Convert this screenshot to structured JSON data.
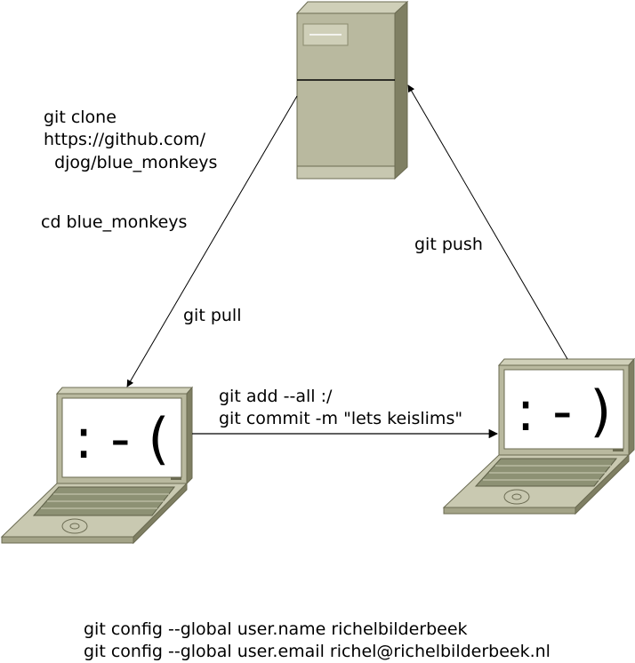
{
  "server": {
    "icon": "server-tower-icon"
  },
  "laptop_left": {
    "icon": "laptop-icon",
    "screen_text": ": - ("
  },
  "laptop_right": {
    "icon": "laptop-icon",
    "screen_text": ": - )"
  },
  "labels": {
    "clone_line1": "git clone",
    "clone_line2": "https://github.com/",
    "clone_line3": "  djog/blue_monkeys",
    "cd": "cd blue_monkeys",
    "pull": "git pull",
    "push": "git push",
    "add": "git add --all :/",
    "commit": "git commit -m \"lets keislims\"",
    "config_name": "git config --global user.name richelbilderbeek",
    "config_email": "git config --global user.email richel@richelbilderbeek.nl"
  },
  "colors": {
    "device_body": "#b9b99f",
    "device_dark": "#8a8a6e",
    "device_side": "#7f7f63",
    "keyboard": "#8d9174",
    "screen": "#ffffff",
    "line": "#000000"
  }
}
